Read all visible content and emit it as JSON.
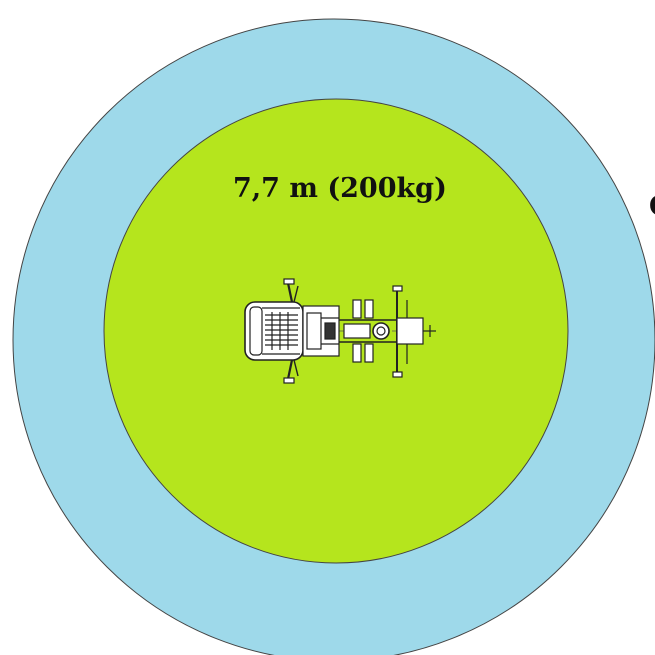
{
  "diagram": {
    "inner_label": "7,7 m (200kg)",
    "outer_label_partial": "C",
    "zones": [
      {
        "name": "outer-reach-zone",
        "color": "#9ed9ea"
      },
      {
        "name": "inner-reach-zone",
        "color": "#b5e51d"
      }
    ],
    "outline_color": "#333333",
    "vehicle_icon": "crane-truck-top-view-icon"
  }
}
